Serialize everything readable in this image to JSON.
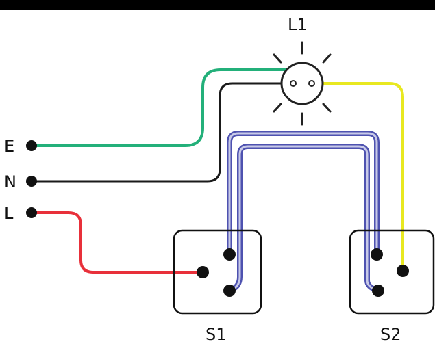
{
  "diagram": {
    "lamp": {
      "label": "L1"
    },
    "terminals": [
      {
        "label": "E"
      },
      {
        "label": "N"
      },
      {
        "label": "L"
      }
    ],
    "switches": [
      {
        "label": "S1"
      },
      {
        "label": "S2"
      }
    ],
    "colors": {
      "earth": "#23b07a",
      "neutral": "#1a1a1a",
      "live": "#e8303a",
      "switch_live": "#e8e820",
      "strapper": "#4e52b0",
      "background": "#ffffff",
      "frame": "#000000"
    }
  }
}
